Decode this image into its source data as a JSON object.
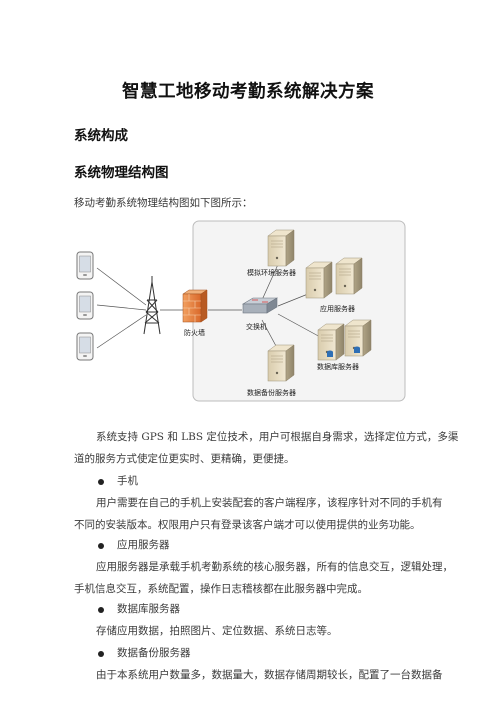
{
  "document": {
    "title": "智慧工地移动考勤系统解决方案",
    "heading1": "系统构成",
    "heading2": "系统物理结构图",
    "intro": "移动考勤系统物理结构图如下图所示：",
    "para1_line1": "系统支持 GPS 和 LBS 定位技术，用户可根据自身需求，选择定位方式，多渠",
    "para1_line2": "道的服务方式使定位更实时、更精确，更便捷。",
    "bullets": [
      {
        "title": "手机",
        "lines": [
          "用户需要在自己的手机上安装配套的客户端程序，该程序针对不同的手机有",
          "不同的安装版本。权限用户只有登录该客户端才可以使用提供的业务功能。"
        ]
      },
      {
        "title": "应用服务器",
        "lines": [
          "应用服务器是承载手机考勤系统的核心服务器，所有的信息交互，逻辑处理，",
          "手机信息交互，系统配置，操作日志稽核都在此服务器中完成。"
        ]
      },
      {
        "title": "数据库服务器",
        "lines": [
          "存储应用数据，拍照图片、定位数据、系统日志等。"
        ]
      },
      {
        "title": "数据备份服务器",
        "lines": [
          "由于本系统用户数量多，数据量大，数据存储周期较长，配置了一台数据备"
        ]
      }
    ]
  },
  "diagram": {
    "labels": {
      "firewall": "防火墙",
      "switch": "交换机",
      "proxy_server": "模拟环境服务器",
      "app_server": "应用服务器",
      "db_server": "数据库服务器",
      "backup_server": "数据备份服务器"
    },
    "colors": {
      "server_body": "#e8dcc0",
      "server_dark": "#a89c80",
      "firewall": "#e8823a",
      "switch": "#9aa3ad",
      "box_bg": "#f3f3f3",
      "box_border": "#bbbbbb"
    }
  }
}
